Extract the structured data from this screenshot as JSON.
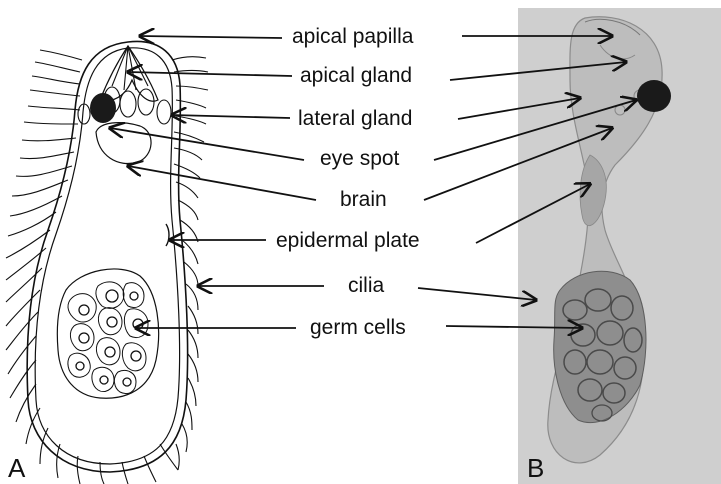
{
  "panels": {
    "a": "A",
    "b": "B"
  },
  "labels": {
    "apical_papilla": "apical papilla",
    "apical_gland": "apical gland",
    "lateral_gland": "lateral gland",
    "eye_spot": "eye spot",
    "brain": "brain",
    "epidermal_plate": "epidermal plate",
    "cilia": "cilia",
    "germ_cells": "germ cells"
  },
  "colors": {
    "ink": "#111111",
    "photo_bg": "#cfcfcf",
    "eyespot": "#1a1a1a"
  }
}
